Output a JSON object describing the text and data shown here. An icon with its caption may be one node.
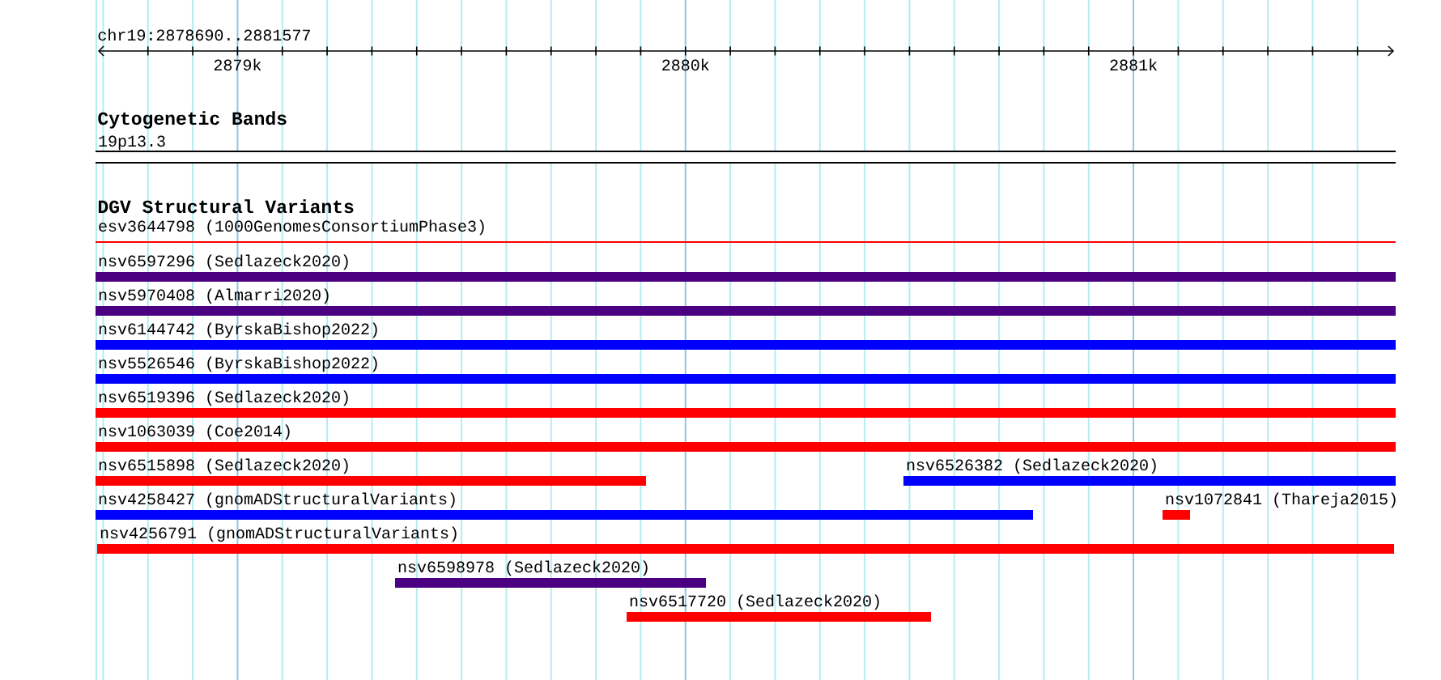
{
  "diagram": {
    "nodes": [
      {
        "text": [
          "19p13.3"
        ]
      },
      {
        "text": [
          "esv3644798 (1000GenomesConsortiumPhase3)"
        ]
      },
      {
        "text": [
          "nsv6597296 (Sedlazeck2020)"
        ]
      },
      {
        "text": [
          "nsv5970408 (Almarri2020)"
        ]
      },
      {
        "text": [
          "nsv6144742 (ByrskaBishop2022)"
        ]
      },
      {
        "text": [
          "nsv5526546 (ByrskaBishop2022)"
        ]
      },
      {
        "text": [
          "nsv6519396 (Sedlazeck2020)"
        ]
      },
      {
        "text": [
          "nsv1063039 (Coe2014)"
        ]
      },
      {
        "text": [
          "nsv6515898 (Sedlazeck2020)"
        ]
      },
      {
        "text": [
          "nsv6526382 (Sedlazeck2020)"
        ]
      },
      {
        "text": [
          "nsv4258427 (gnomADStructuralVariants)"
        ]
      },
      {
        "text": [
          "nsv1072841 (Thareja2015)"
        ]
      },
      {
        "text": [
          "nsv4256791 (gnomADStructuralVariants)"
        ]
      },
      {
        "text": [
          "nsv6598978 (Sedlazeck2020)"
        ]
      },
      {
        "text": [
          "nsv6517720 (Sedlazeck2020)"
        ]
      }
    ],
    "labels": [
      "chr19:2878690..2881577",
      "2879k",
      "2880k",
      "2881k",
      "Cytogenetic Bands",
      "DGV Structural Variants"
    ]
  }
}
